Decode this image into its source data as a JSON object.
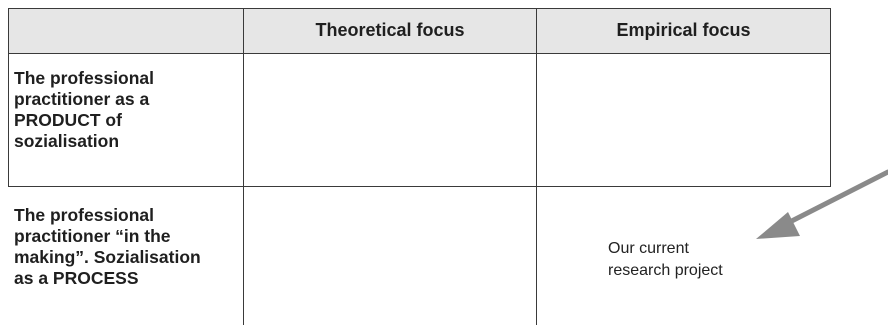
{
  "table": {
    "columns": [
      "",
      "Theoretical focus",
      "Empirical focus"
    ],
    "rows": [
      {
        "label": "The professional\npractitioner as a\nPRODUCT of\nsozialisation",
        "theoretical": "",
        "empirical": ""
      },
      {
        "label": "The professional\npractitioner “in the\nmaking”. Sozialisation\nas a PROCESS",
        "theoretical": "",
        "empirical": "Our current\nresearch project"
      }
    ]
  },
  "colors": {
    "header_fill": "#e6e6e6",
    "grid_lines": "#3a3a3a",
    "arrow": "#8a8a8a"
  }
}
